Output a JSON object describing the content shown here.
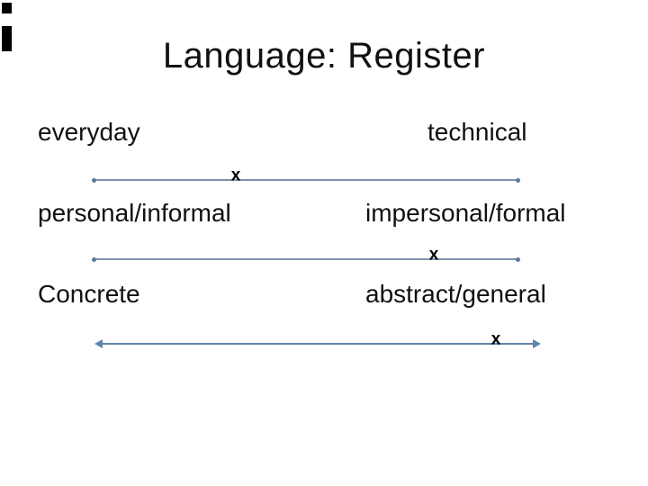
{
  "title": "Language: Register",
  "scales": [
    {
      "left_label": "everyday",
      "right_label": "technical",
      "marker": "x",
      "marker_position_fraction": 0.33,
      "end_style": "dots"
    },
    {
      "left_label": "personal/informal",
      "right_label": "impersonal/formal",
      "marker": "x",
      "marker_position_fraction": 0.8,
      "end_style": "dots"
    },
    {
      "left_label": "Concrete",
      "right_label": "abstract/general",
      "marker": "x",
      "marker_position_fraction": 0.91,
      "end_style": "arrows"
    }
  ],
  "colors": {
    "background": "#ffffff",
    "text": "#111111",
    "scale_line": "#7e94ab",
    "arrow_scale_line": "#5e84ad",
    "marker": "#000000"
  }
}
